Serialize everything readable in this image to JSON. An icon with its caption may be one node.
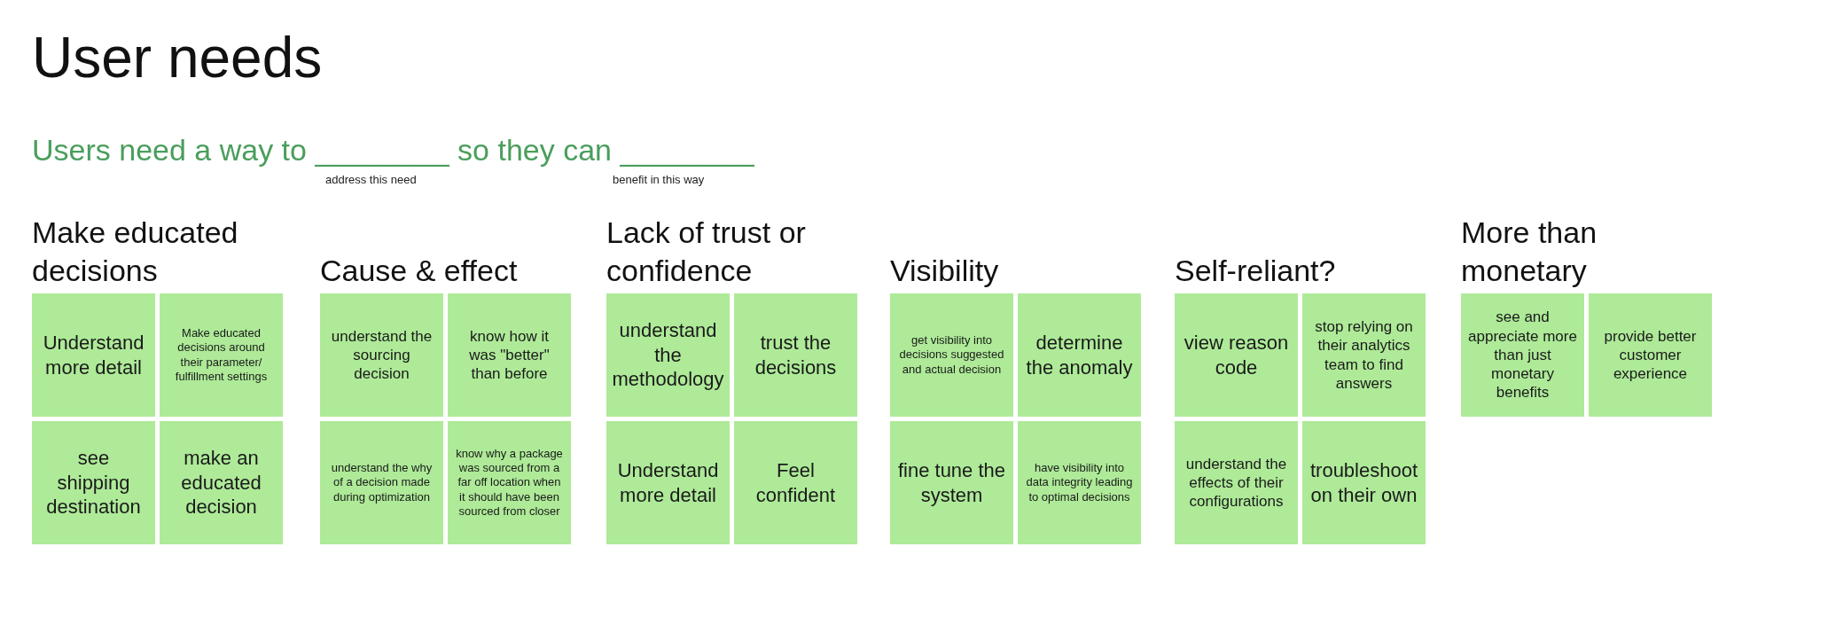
{
  "diagram": {
    "title": "User needs",
    "nodes": [
      {
        "text": [
          "Understand more detail"
        ]
      },
      {
        "text": [
          "Make educated decisions around their parameter/ fulfillment settings"
        ]
      },
      {
        "text": [
          "see shipping destination"
        ]
      },
      {
        "text": [
          "make an educated decision"
        ]
      },
      {
        "text": [
          "understand the sourcing decision"
        ]
      },
      {
        "text": [
          "know how it was \"better\" than before"
        ]
      },
      {
        "text": [
          "understand the why of a decision made during optimization"
        ]
      },
      {
        "text": [
          "know why a package was sourced from a far off location when it should have been sourced from closer"
        ]
      },
      {
        "text": [
          "understand the methodology"
        ]
      },
      {
        "text": [
          "trust the decisions"
        ]
      },
      {
        "text": [
          "Understand more detail"
        ]
      },
      {
        "text": [
          "Feel confident"
        ]
      },
      {
        "text": [
          "get visibility into decisions suggested and actual decision"
        ]
      },
      {
        "text": [
          "determine the anomaly"
        ]
      },
      {
        "text": [
          "fine tune the system"
        ]
      },
      {
        "text": [
          "have visibility into data integrity leading to optimal decisions"
        ]
      },
      {
        "text": [
          "view reason code"
        ]
      },
      {
        "text": [
          "stop relying on their analytics team to find answers"
        ]
      },
      {
        "text": [
          "understand the effects of their configurations"
        ]
      },
      {
        "text": [
          "troubleshoot on their own"
        ]
      },
      {
        "text": [
          "see and appreciate more than just monetary benefits"
        ]
      },
      {
        "text": [
          "provide better customer experience"
        ]
      }
    ],
    "labels": [
      "Users need a way to ________ so they can ________",
      "address this need",
      "benefit in this way",
      "Make educated decisions",
      "Cause & effect",
      "Lack of trust or confidence",
      "Visibility",
      "Self-reliant?",
      "More than monetary"
    ]
  }
}
